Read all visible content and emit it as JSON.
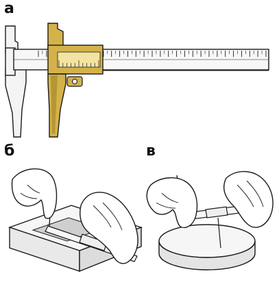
{
  "panels": {
    "a": {
      "label": "а"
    },
    "b": {
      "label": "б"
    },
    "c": {
      "label": "в"
    }
  },
  "colors": {
    "ink": "#1a1a1a",
    "brass": "#d4b24a",
    "brass_dark": "#a88a2a",
    "steel": "#f4f4f4",
    "paper": "#ffffff"
  },
  "scale": {
    "min": 0,
    "max": 28,
    "major_every": 1
  }
}
